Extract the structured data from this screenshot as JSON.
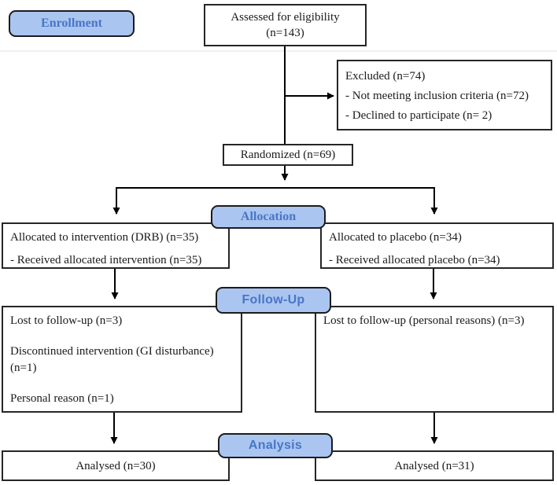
{
  "diagram": {
    "type": "consort-flowchart",
    "colors": {
      "banner_fill": "#aac5f0",
      "banner_text": "#4876c6",
      "banner_border": "#1c1c1c",
      "box_border": "#262626",
      "connector": "#000000",
      "background": "#ffffff"
    },
    "banners": {
      "enrollment": "Enrollment",
      "allocation": "Allocation",
      "followup": "Follow-Up",
      "analysis": "Analysis"
    },
    "boxes": {
      "assessed": {
        "line1": "Assessed for eligibility",
        "line2": "(n=143)"
      },
      "excluded": {
        "line1": "Excluded (n=74)",
        "line2": "- Not meeting inclusion criteria (n=72)",
        "line3": "- Declined to participate (n= 2)"
      },
      "randomized": {
        "line1": "Randomized (n=69)"
      },
      "alloc_left": {
        "line1": "Allocated to intervention (DRB) (n=35)",
        "line2": "- Received allocated intervention (n=35)"
      },
      "alloc_right": {
        "line1": "Allocated to placebo (n=34)",
        "line2": "- Received allocated placebo (n=34)"
      },
      "followup_left": {
        "line1": "Lost to follow-up (n=3)",
        "line2": "Discontinued intervention (GI disturbance) (n=1)",
        "line3": "Personal reason (n=1)"
      },
      "followup_right": {
        "line1": "Lost to follow-up (personal reasons) (n=3)"
      },
      "analysed_left": {
        "line1": "Analysed (n=30)"
      },
      "analysed_right": {
        "line1": "Analysed (n=31)"
      }
    }
  }
}
